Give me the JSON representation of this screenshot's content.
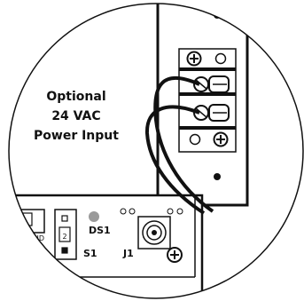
{
  "callout": {
    "line1": "Optional",
    "line2": "24 VAC",
    "line3": "Power Input"
  },
  "board": {
    "connector_left_label": "GND",
    "s1_position": "2",
    "s1_label": "S1",
    "ds1_label": "DS1",
    "j1_label": "J1"
  },
  "colors": {
    "ink": "#111111",
    "led": "#9a9a9a",
    "background": "#ffffff"
  },
  "icons": {
    "terminal_screws": "phillips-screw-icon",
    "terminal_clamps": "wire-clamp-icon"
  }
}
